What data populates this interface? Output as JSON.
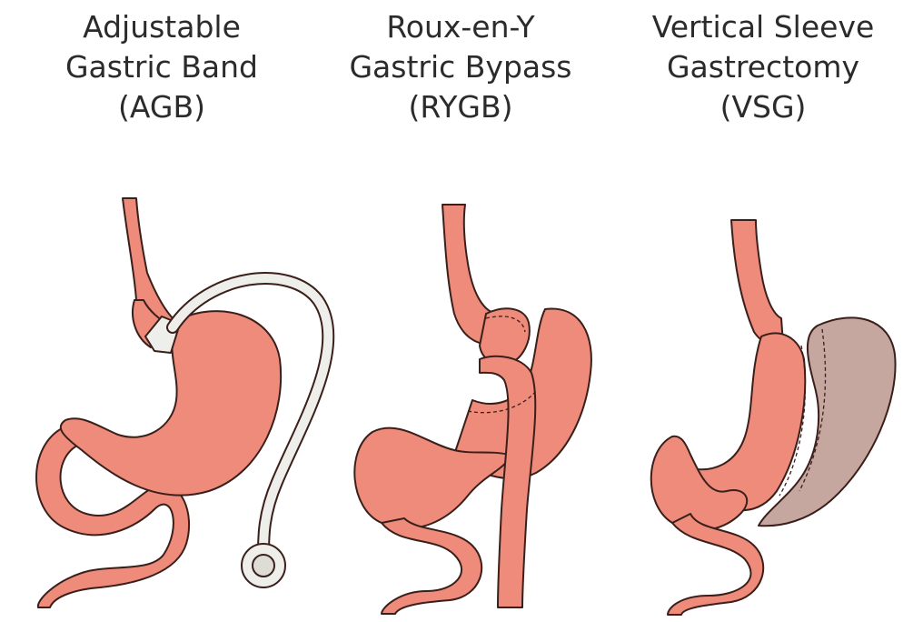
{
  "panels": [
    {
      "line1": "Adjustable",
      "line2": "Gastric Band",
      "line3": "(AGB)"
    },
    {
      "line1": "Roux-en-Y",
      "line2": "Gastric Bypass",
      "line3": "(RYGB)"
    },
    {
      "line1": "Vertical Sleeve",
      "line2": "Gastrectomy",
      "line3": "(VSG)"
    }
  ],
  "colors": {
    "stomach_fill": "#ee8b7a",
    "stomach_stroke": "#3a1f1b",
    "removed_fill": "#c6a7a0",
    "band_fill": "#eeeeea"
  }
}
